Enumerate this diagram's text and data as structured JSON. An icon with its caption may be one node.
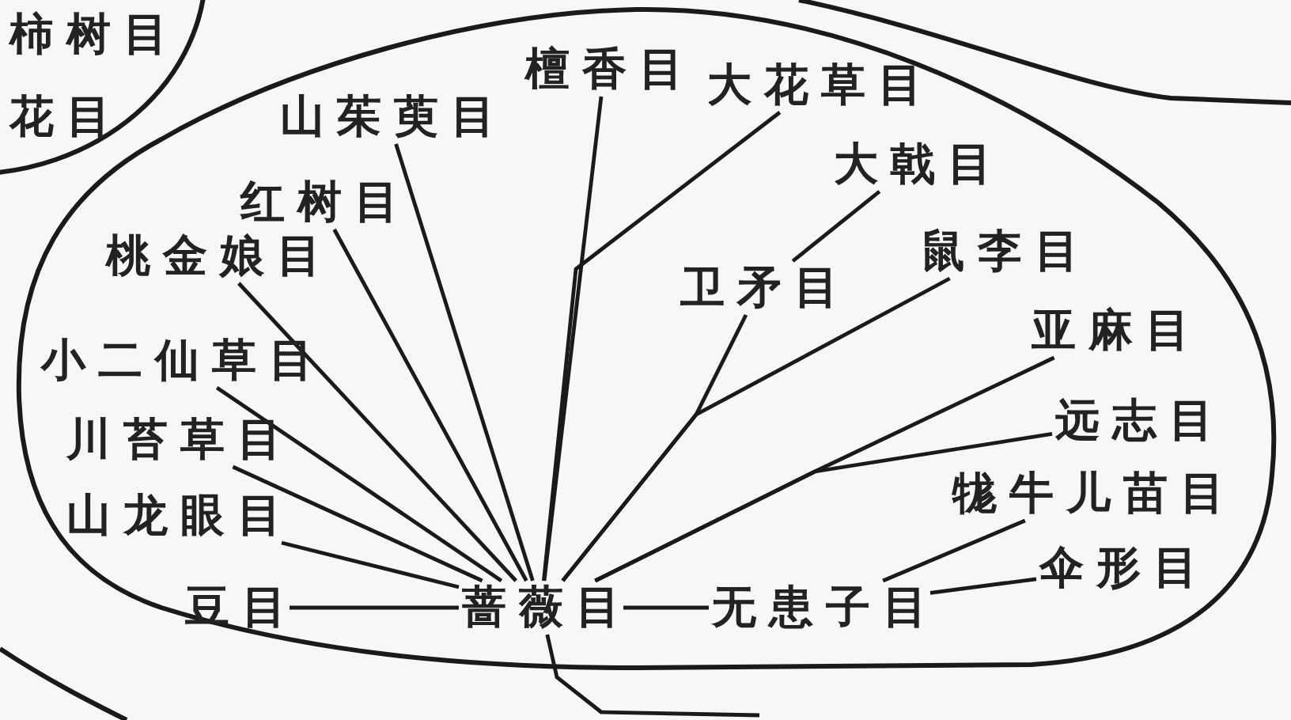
{
  "diagram": {
    "nodes": [
      {
        "text": [],
        "shape": "blob"
      },
      {
        "text": [
          "柿树目",
          "花目"
        ]
      },
      {
        "text": [
          "檀香目"
        ],
        "in": 0
      },
      {
        "text": [
          "大花草目"
        ],
        "in": 0
      },
      {
        "text": [
          "山茱萸目"
        ],
        "in": 0
      },
      {
        "text": [
          "大戟目"
        ],
        "in": 0
      },
      {
        "text": [
          "红树目"
        ],
        "in": 0
      },
      {
        "text": [
          "鼠李目"
        ],
        "in": 0
      },
      {
        "text": [
          "桃金娘目"
        ],
        "in": 0
      },
      {
        "text": [
          "卫矛目"
        ],
        "in": 0
      },
      {
        "text": [
          "亚麻目"
        ],
        "in": 0
      },
      {
        "text": [
          "小二仙草目"
        ],
        "in": 0
      },
      {
        "text": [
          "远志目"
        ],
        "in": 0
      },
      {
        "text": [
          "川苔草目"
        ],
        "in": 0
      },
      {
        "text": [
          "牻牛儿苗目"
        ],
        "in": 0
      },
      {
        "text": [
          "山龙眼目"
        ],
        "in": 0
      },
      {
        "text": [
          "伞形目"
        ],
        "in": 0
      },
      {
        "text": [
          "豆目"
        ],
        "in": 0
      },
      {
        "text": [
          "蔷薇目"
        ],
        "in": 0
      },
      {
        "text": [
          "无患子目"
        ],
        "in": 0
      }
    ],
    "edges": [
      {
        "from": 2,
        "to": 18,
        "arrow": "none"
      },
      {
        "from": 3,
        "to": 18,
        "arrow": "none"
      },
      {
        "from": 4,
        "to": 18,
        "arrow": "none"
      },
      {
        "from": 5,
        "to": 9,
        "arrow": "none"
      },
      {
        "from": 6,
        "to": 18,
        "arrow": "none"
      },
      {
        "from": 7,
        "to": 18,
        "arrow": "none"
      },
      {
        "from": 8,
        "to": 18,
        "arrow": "none"
      },
      {
        "from": 9,
        "to": 18,
        "arrow": "none"
      },
      {
        "from": 10,
        "to": 18,
        "arrow": "none"
      },
      {
        "from": 11,
        "to": 18,
        "arrow": "none"
      },
      {
        "from": 12,
        "to": 18,
        "arrow": "none"
      },
      {
        "from": 13,
        "to": 18,
        "arrow": "none"
      },
      {
        "from": 14,
        "to": 19,
        "arrow": "none"
      },
      {
        "from": 15,
        "to": 18,
        "arrow": "none"
      },
      {
        "from": 16,
        "to": 19,
        "arrow": "none"
      },
      {
        "from": 17,
        "to": 18,
        "arrow": "none"
      },
      {
        "from": 18,
        "to": 19,
        "arrow": "none"
      },
      {
        "from": 18,
        "to": null,
        "arrow": "none"
      }
    ]
  }
}
